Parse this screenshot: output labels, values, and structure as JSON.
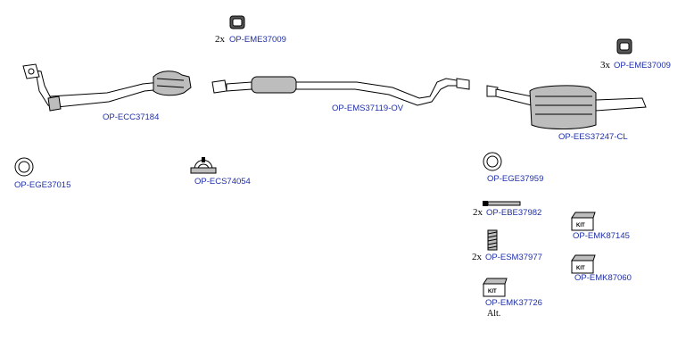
{
  "parts": {
    "rubber_mount_top": {
      "qty": "2x",
      "code": "OP-EME37009"
    },
    "rubber_mount_right": {
      "qty": "3x",
      "code": "OP-EME37009"
    },
    "front_pipe_catalyst": {
      "code": "OP-ECC37184"
    },
    "middle_silencer": {
      "code": "OP-EMS37119-OV"
    },
    "rear_silencer": {
      "code": "OP-EES37247-CL"
    },
    "gasket_left": {
      "code": "OP-EGE37015"
    },
    "clamp": {
      "code": "OP-ECS74054"
    },
    "gasket_right": {
      "code": "OP-EGE37959"
    },
    "bolt": {
      "qty": "2x",
      "code": "OP-EBE37982"
    },
    "spring": {
      "qty": "2x",
      "code": "OP-ESM37977"
    },
    "kit_1": {
      "code": "OP-EMK37726",
      "note": "Alt.",
      "icon_text": "KIT"
    },
    "kit_2": {
      "code": "OP-EMK87145",
      "icon_text": "KIT"
    },
    "kit_3": {
      "code": "OP-EMK87060",
      "icon_text": "KIT"
    }
  }
}
